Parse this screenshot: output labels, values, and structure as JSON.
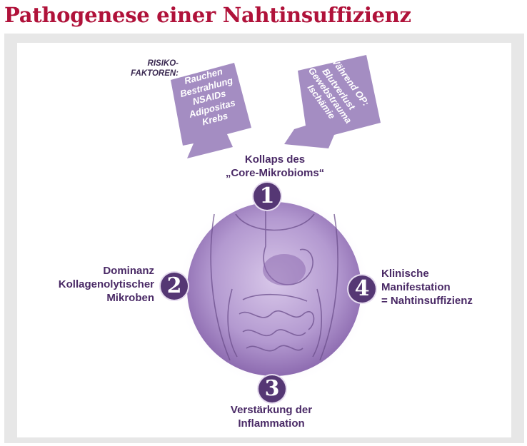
{
  "title": "Pathogenese einer Nahtinsuffizienz",
  "risk_header": [
    "RISIKO-",
    "FAKTOREN:"
  ],
  "risk_factors": [
    "Rauchen",
    "Bestrahlung",
    "NSAIDs",
    "Adipositas",
    "Krebs"
  ],
  "during_op_header": "Während OP:",
  "during_op": [
    "Blutverlust",
    "Gewebstrauma",
    "Ischämie"
  ],
  "steps": [
    {
      "number": "1",
      "label": [
        "Kollaps des",
        "„Core-Mikrobioms“"
      ]
    },
    {
      "number": "2",
      "label": [
        "Dominanz",
        "Kollagenolytischer",
        "Mikroben"
      ]
    },
    {
      "number": "3",
      "label": [
        "Verstärkung der",
        "Inflammation"
      ]
    },
    {
      "number": "4",
      "label": [
        "Klinische",
        "Manifestation",
        "= Nahtinsuffizienz"
      ]
    }
  ],
  "colors": {
    "title": "#b0123a",
    "accent_purple": "#553774",
    "box_purple": "#9f88bd",
    "circle_purple": "#b59ad2"
  }
}
